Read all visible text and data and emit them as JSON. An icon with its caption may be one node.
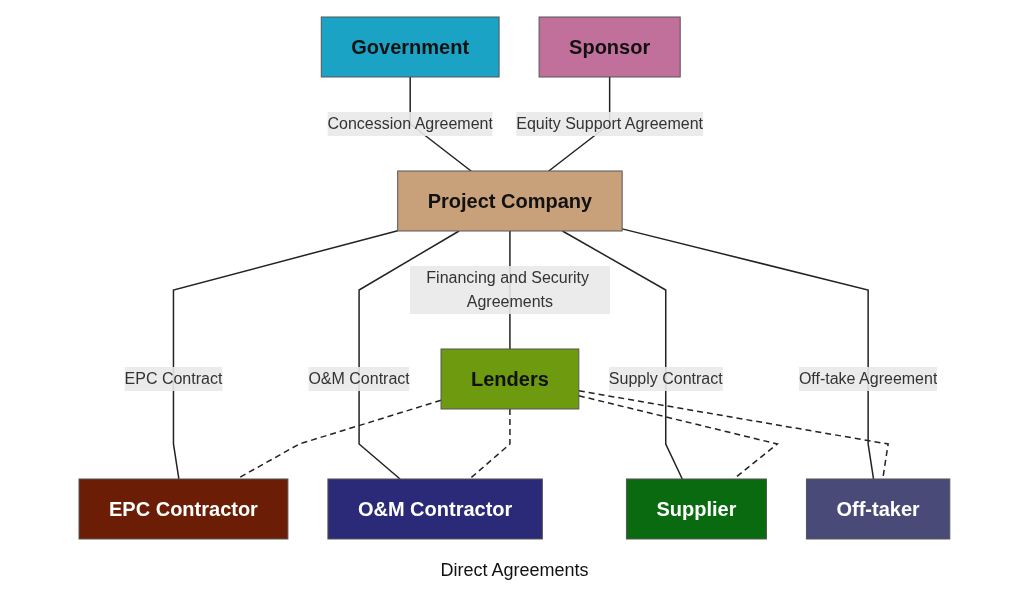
{
  "diagram": {
    "nodes": [
      {
        "text": [
          "Government"
        ]
      },
      {
        "text": [
          "Sponsor"
        ]
      },
      {
        "text": [
          "Project Company"
        ]
      },
      {
        "text": [
          "Lenders"
        ]
      },
      {
        "text": [
          "EPC Contractor"
        ]
      },
      {
        "text": [
          "O&M Contractor"
        ]
      },
      {
        "text": [
          "Supplier"
        ]
      },
      {
        "text": [
          "Off-taker"
        ]
      }
    ],
    "edges": [
      {
        "from": 0,
        "to": 2,
        "arrow": "none",
        "label": "Concession Agreement"
      },
      {
        "from": 1,
        "to": 2,
        "arrow": "none",
        "label": "Equity Support Agreement"
      },
      {
        "from": 2,
        "to": 3,
        "arrow": "none",
        "label": "Financing and Security Agreements"
      },
      {
        "from": 2,
        "to": 4,
        "arrow": "none",
        "label": "EPC Contract"
      },
      {
        "from": 2,
        "to": 5,
        "arrow": "none",
        "label": "O&M Contract"
      },
      {
        "from": 2,
        "to": 6,
        "arrow": "none",
        "label": "Supply Contract"
      },
      {
        "from": 2,
        "to": 7,
        "arrow": "none",
        "label": "Off-take Agreement"
      },
      {
        "from": 3,
        "to": 4,
        "arrow": "none",
        "style": "dashed"
      },
      {
        "from": 3,
        "to": 5,
        "arrow": "none",
        "style": "dashed"
      },
      {
        "from": 3,
        "to": 6,
        "arrow": "none",
        "style": "dashed"
      },
      {
        "from": 3,
        "to": 7,
        "arrow": "none",
        "style": "dashed"
      }
    ],
    "labels": [
      "Direct Agreements"
    ]
  }
}
